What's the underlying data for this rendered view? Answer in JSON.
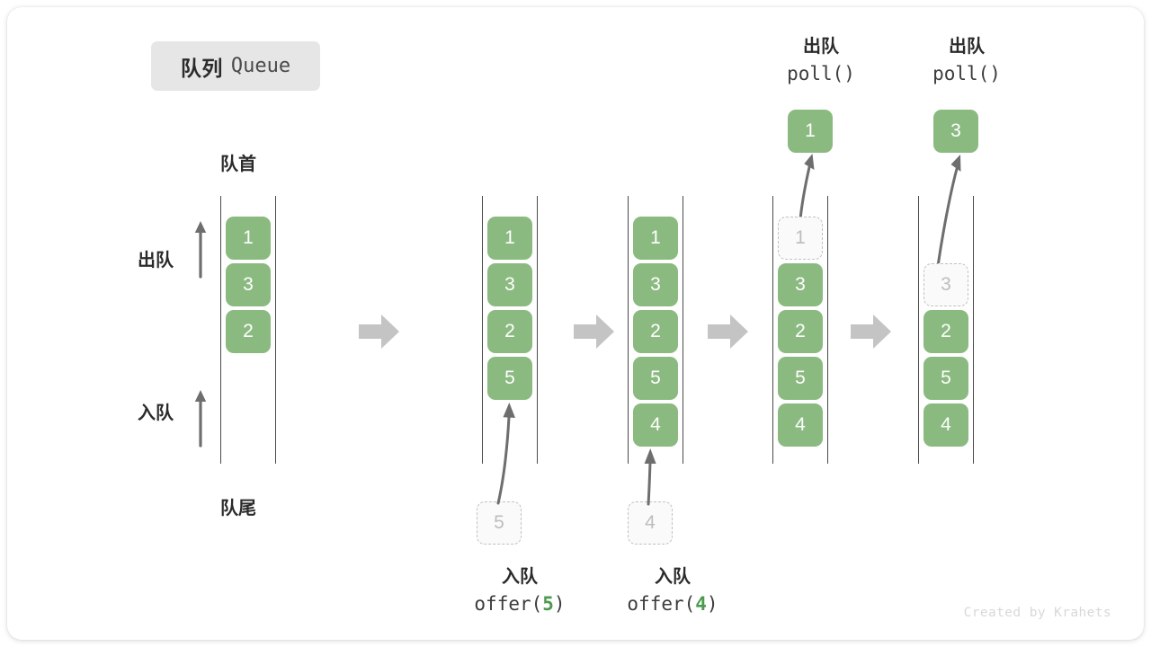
{
  "title": {
    "cn": "队列",
    "en": "Queue"
  },
  "axis_labels": {
    "front": "队首",
    "rear": "队尾",
    "dequeue": "出队",
    "enqueue": "入队"
  },
  "credit": "Created by Krahets",
  "colors": {
    "cell_fill": "#8bba80",
    "cell_text": "#ffffff",
    "ghost_border": "#c2c2c2",
    "ghost_text": "#bdbdbd",
    "rail": "#4a4a4a",
    "step_arrow": "#c4c4c4",
    "motion_arrow": "#6e6e6e",
    "accent_num": "#4e9a51",
    "badge_bg": "#e6e6e6"
  },
  "panels": [
    {
      "id": "panel-1",
      "cells": [
        {
          "value": "1",
          "state": "filled"
        },
        {
          "value": "3",
          "state": "filled"
        },
        {
          "value": "2",
          "state": "filled"
        }
      ],
      "caption_top": null,
      "caption_bottom": null,
      "result_box": null,
      "pending_box": null
    },
    {
      "id": "panel-2",
      "cells": [
        {
          "value": "1",
          "state": "filled"
        },
        {
          "value": "3",
          "state": "filled"
        },
        {
          "value": "2",
          "state": "filled"
        },
        {
          "value": "5",
          "state": "filled"
        }
      ],
      "caption_top": null,
      "caption_bottom": {
        "cn": "入队",
        "code_pre": "offer(",
        "code_num": "5",
        "code_post": ")"
      },
      "result_box": null,
      "pending_box": {
        "value": "5",
        "state": "ghost"
      }
    },
    {
      "id": "panel-3",
      "cells": [
        {
          "value": "1",
          "state": "filled"
        },
        {
          "value": "3",
          "state": "filled"
        },
        {
          "value": "2",
          "state": "filled"
        },
        {
          "value": "5",
          "state": "filled"
        },
        {
          "value": "4",
          "state": "filled"
        }
      ],
      "caption_top": null,
      "caption_bottom": {
        "cn": "入队",
        "code_pre": "offer(",
        "code_num": "4",
        "code_post": ")"
      },
      "result_box": null,
      "pending_box": {
        "value": "4",
        "state": "ghost"
      }
    },
    {
      "id": "panel-4",
      "cells": [
        {
          "value": "1",
          "state": "ghost"
        },
        {
          "value": "3",
          "state": "filled"
        },
        {
          "value": "2",
          "state": "filled"
        },
        {
          "value": "5",
          "state": "filled"
        },
        {
          "value": "4",
          "state": "filled"
        }
      ],
      "caption_top": {
        "cn": "出队",
        "code_pre": "poll(",
        "code_num": "",
        "code_post": ")"
      },
      "caption_bottom": null,
      "result_box": {
        "value": "1",
        "state": "filled"
      },
      "pending_box": null
    },
    {
      "id": "panel-5",
      "cells": [
        {
          "value": "",
          "state": "empty"
        },
        {
          "value": "3",
          "state": "ghost"
        },
        {
          "value": "2",
          "state": "filled"
        },
        {
          "value": "5",
          "state": "filled"
        },
        {
          "value": "4",
          "state": "filled"
        }
      ],
      "caption_top": {
        "cn": "出队",
        "code_pre": "poll(",
        "code_num": "",
        "code_post": ")"
      },
      "caption_bottom": null,
      "result_box": {
        "value": "3",
        "state": "filled"
      },
      "pending_box": null
    }
  ]
}
